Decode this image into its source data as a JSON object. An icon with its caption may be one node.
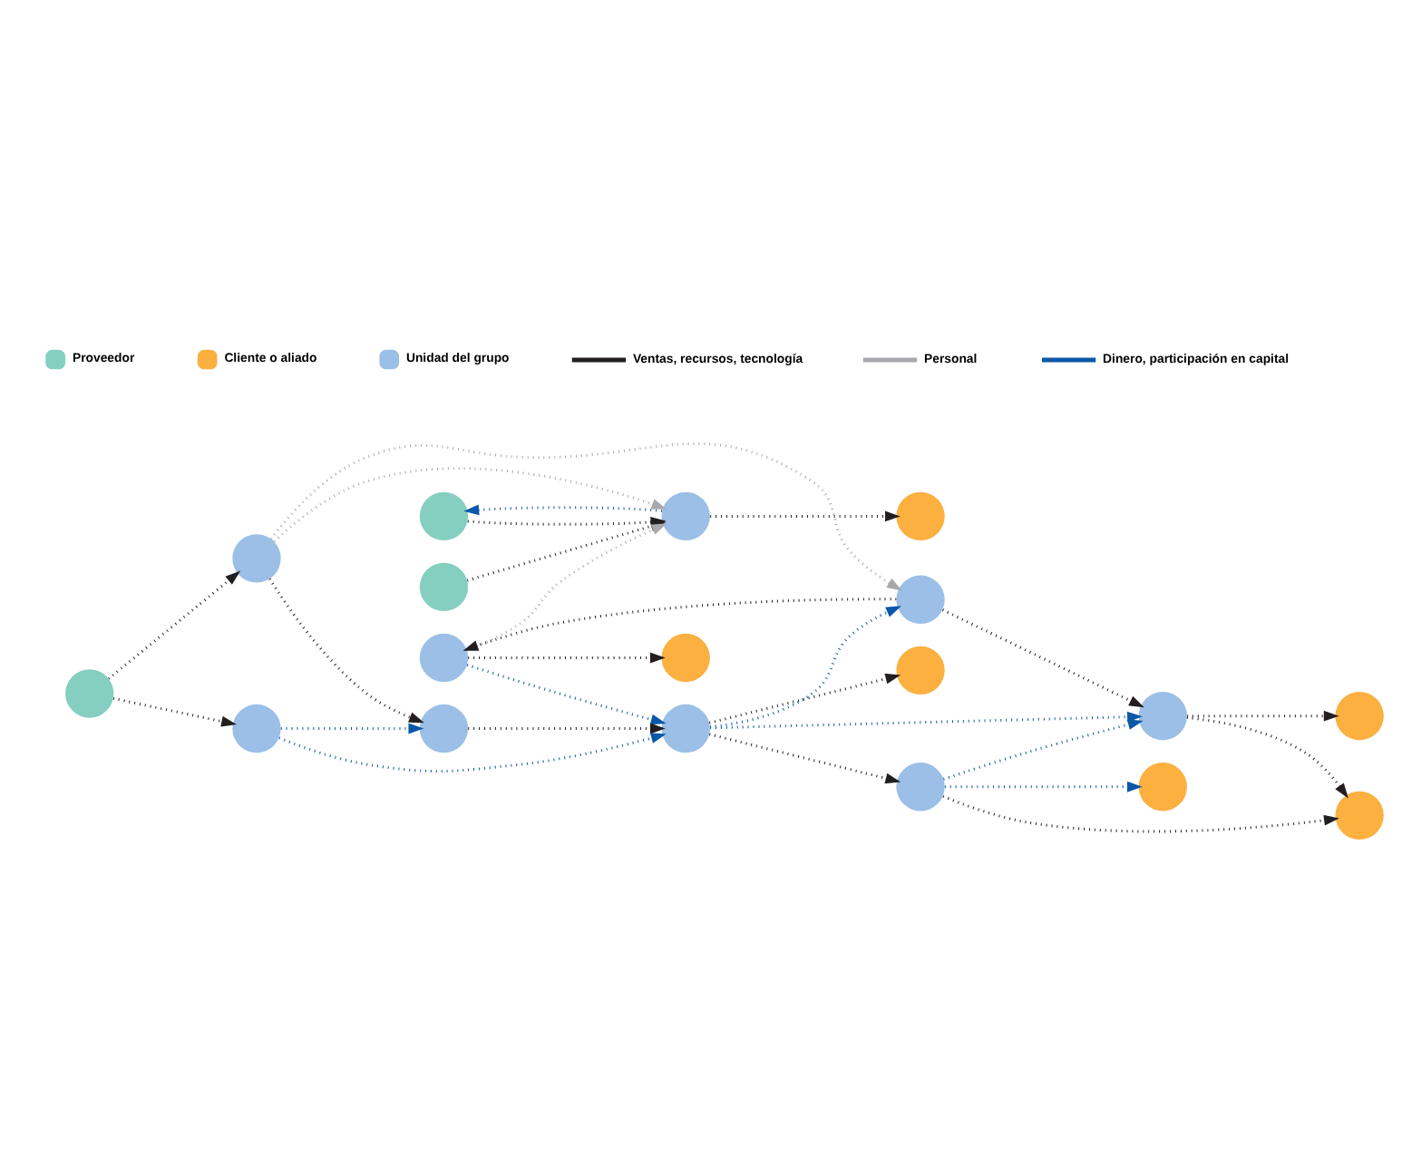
{
  "diagram": {
    "nodes": [
      {
        "text": [],
        "shape": "circle"
      },
      {
        "text": [],
        "shape": "circle"
      },
      {
        "text": [],
        "shape": "circle"
      },
      {
        "text": [],
        "shape": "circle"
      },
      {
        "text": [],
        "shape": "circle"
      },
      {
        "text": [],
        "shape": "circle"
      },
      {
        "text": [],
        "shape": "circle"
      },
      {
        "text": [],
        "shape": "circle"
      },
      {
        "text": [],
        "shape": "circle"
      },
      {
        "text": [],
        "shape": "circle"
      },
      {
        "text": [],
        "shape": "circle"
      },
      {
        "text": [],
        "shape": "circle"
      },
      {
        "text": [],
        "shape": "circle"
      },
      {
        "text": [],
        "shape": "circle"
      },
      {
        "text": [],
        "shape": "circle"
      },
      {
        "text": [],
        "shape": "circle"
      },
      {
        "text": [],
        "shape": "circle"
      },
      {
        "text": [],
        "shape": "circle"
      }
    ],
    "edges": [
      {
        "from": 9,
        "to": 0,
        "arrow": "to",
        "color": "#0a58a8"
      },
      {
        "from": 0,
        "to": 9,
        "arrow": "to"
      },
      {
        "from": 1,
        "to": 9,
        "arrow": "to"
      },
      {
        "from": 9,
        "to": 3,
        "arrow": "to"
      },
      {
        "from": 10,
        "to": 9,
        "arrow": "to",
        "color": "#a7a9ac"
      },
      {
        "from": 13,
        "to": 9,
        "arrow": "to",
        "color": "#a7a9ac"
      },
      {
        "from": 13,
        "to": 12,
        "arrow": "to",
        "color": "#a7a9ac"
      },
      {
        "from": 12,
        "to": 10,
        "arrow": "to"
      },
      {
        "from": 10,
        "to": 4,
        "arrow": "to"
      },
      {
        "from": 10,
        "to": 15,
        "arrow": "to",
        "color": "#0a58a8"
      },
      {
        "from": 12,
        "to": 11,
        "arrow": "to"
      },
      {
        "from": 11,
        "to": 5,
        "arrow": "to"
      },
      {
        "from": 11,
        "to": 6,
        "arrow": "to"
      },
      {
        "from": 15,
        "to": 12,
        "arrow": "to",
        "color": "#0a58a8"
      },
      {
        "from": 15,
        "to": 11,
        "arrow": "to",
        "color": "#0a58a8"
      },
      {
        "from": 16,
        "to": 11,
        "arrow": "to",
        "color": "#0a58a8"
      },
      {
        "from": 2,
        "to": 13,
        "arrow": "to"
      },
      {
        "from": 2,
        "to": 17,
        "arrow": "to"
      },
      {
        "from": 13,
        "to": 14,
        "arrow": "to"
      },
      {
        "from": 14,
        "to": 15,
        "arrow": "to"
      },
      {
        "from": 15,
        "to": 16,
        "arrow": "to"
      },
      {
        "from": 15,
        "to": 8,
        "arrow": "to"
      },
      {
        "from": 16,
        "to": 6,
        "arrow": "to"
      },
      {
        "from": 16,
        "to": 7,
        "arrow": "to",
        "color": "#0a58a8"
      },
      {
        "from": 17,
        "to": 14,
        "arrow": "to",
        "color": "#0a58a8"
      },
      {
        "from": 17,
        "to": 15,
        "arrow": "to",
        "color": "#0a58a8"
      }
    ],
    "legend": [
      {
        "text": "Proveedor",
        "color": "#84cfc0"
      },
      {
        "text": "Cliente o aliado",
        "color": "#fbb040"
      },
      {
        "text": "Unidad del grupo",
        "color": "#9bbfe6"
      },
      {
        "text": "Ventas, recursos, tecnología"
      },
      {
        "text": "Personal"
      },
      {
        "text": "Dinero, participación en capital"
      }
    ]
  }
}
